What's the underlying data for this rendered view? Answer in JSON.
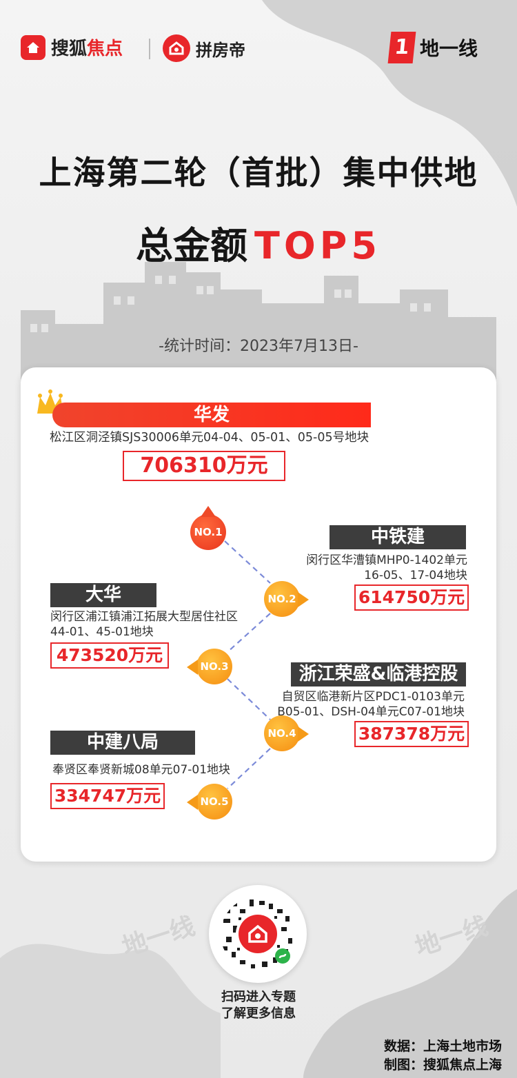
{
  "header": {
    "logo_sohu": "搜狐",
    "logo_sohu_highlight": "焦点",
    "logo_pfd": "拼房帝",
    "logo_dyx": "地一线",
    "logo_dyx_mark": "1"
  },
  "title": {
    "line1": "上海第二轮（首批）集中供地",
    "line2_prefix": "总金额",
    "line2_highlight": "TOP5"
  },
  "stat_time": "-统计时间：2023年7月13日-",
  "top": {
    "name": "华发",
    "desc": "松江区洞泾镇SJS30006单元04-04、05-01、05-05号地块",
    "amount": "706310万元"
  },
  "nodes": [
    "NO.1",
    "NO.2",
    "NO.3",
    "NO.4",
    "NO.5"
  ],
  "items": [
    {
      "name": "中铁建",
      "desc_line1": "闵行区华漕镇MHP0-1402单元",
      "desc_line2": "16-05、17-04地块",
      "amount": "614750万元"
    },
    {
      "name": "大华",
      "desc_line1": "闵行区浦江镇浦江拓展大型居住社区",
      "desc_line2": "44-01、45-01地块",
      "amount": "473520万元"
    },
    {
      "name": "浙江荣盛&临港控股",
      "desc_line1": "自贸区临港新片区PDC1-0103单元",
      "desc_line2": "B05-01、DSH-04单元C07-01地块",
      "amount": "387378万元"
    },
    {
      "name": "中建八局",
      "desc_line1": "奉贤区奉贤新城08单元07-01地块",
      "desc_line2": "",
      "amount": "334747万元"
    }
  ],
  "scan": {
    "line1": "扫码进入专题",
    "line2": "了解更多信息"
  },
  "footer": {
    "source": "数据：上海土地市场",
    "maker": "制图：搜狐焦点上海"
  },
  "colors": {
    "accent": "#e8262a",
    "dark_bar": "#3d3d3d",
    "node_orange": "#f5a021",
    "connector": "#7b8ad8"
  }
}
